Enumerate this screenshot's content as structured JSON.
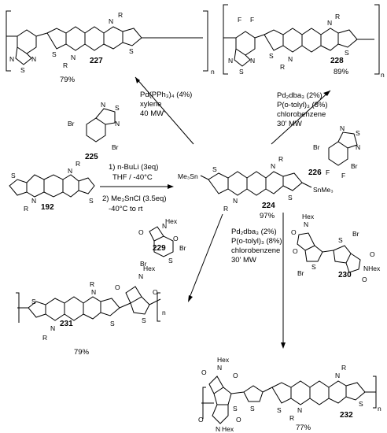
{
  "compounds": {
    "c192": "192",
    "c224": "224",
    "c225": "225",
    "c226": "226",
    "c227": "227",
    "c228": "228",
    "c229": "229",
    "c230": "230",
    "c231": "231",
    "c232": "232"
  },
  "yields": {
    "y224": "97%",
    "y227": "79%",
    "y228": "89%",
    "y231": "79%",
    "y232": "77%"
  },
  "atoms": {
    "N": "N",
    "S": "S",
    "R": "R",
    "O": "O",
    "F": "F",
    "Br": "Br",
    "Hex": "Hex",
    "NHex": "NHex",
    "n": "n",
    "Me3Sn": "Me₃Sn",
    "SnMe3": "SnMe₃"
  },
  "conditions": {
    "stille_a": [
      "Pd(PPh₃)₄ (4%)",
      "xylene",
      "40 MW'"
    ],
    "stille_b": [
      "Pd₂dba₃ (2%)",
      "P(o-tolyl)₃ (8%)",
      "chlorobenzene",
      "30' MW"
    ],
    "stille_c": [
      "Pd₂dba₃ (2%)",
      "P(o-tolyl)₃ (8%)",
      "chlorobenzene",
      "30' MW"
    ],
    "stannylation_1": [
      "1) n-BuLi (3eq)",
      "THF / -40°C"
    ],
    "stannylation_2": [
      "2) Me₃SnCl (3.5eq)",
      "-40°C to rt"
    ]
  }
}
